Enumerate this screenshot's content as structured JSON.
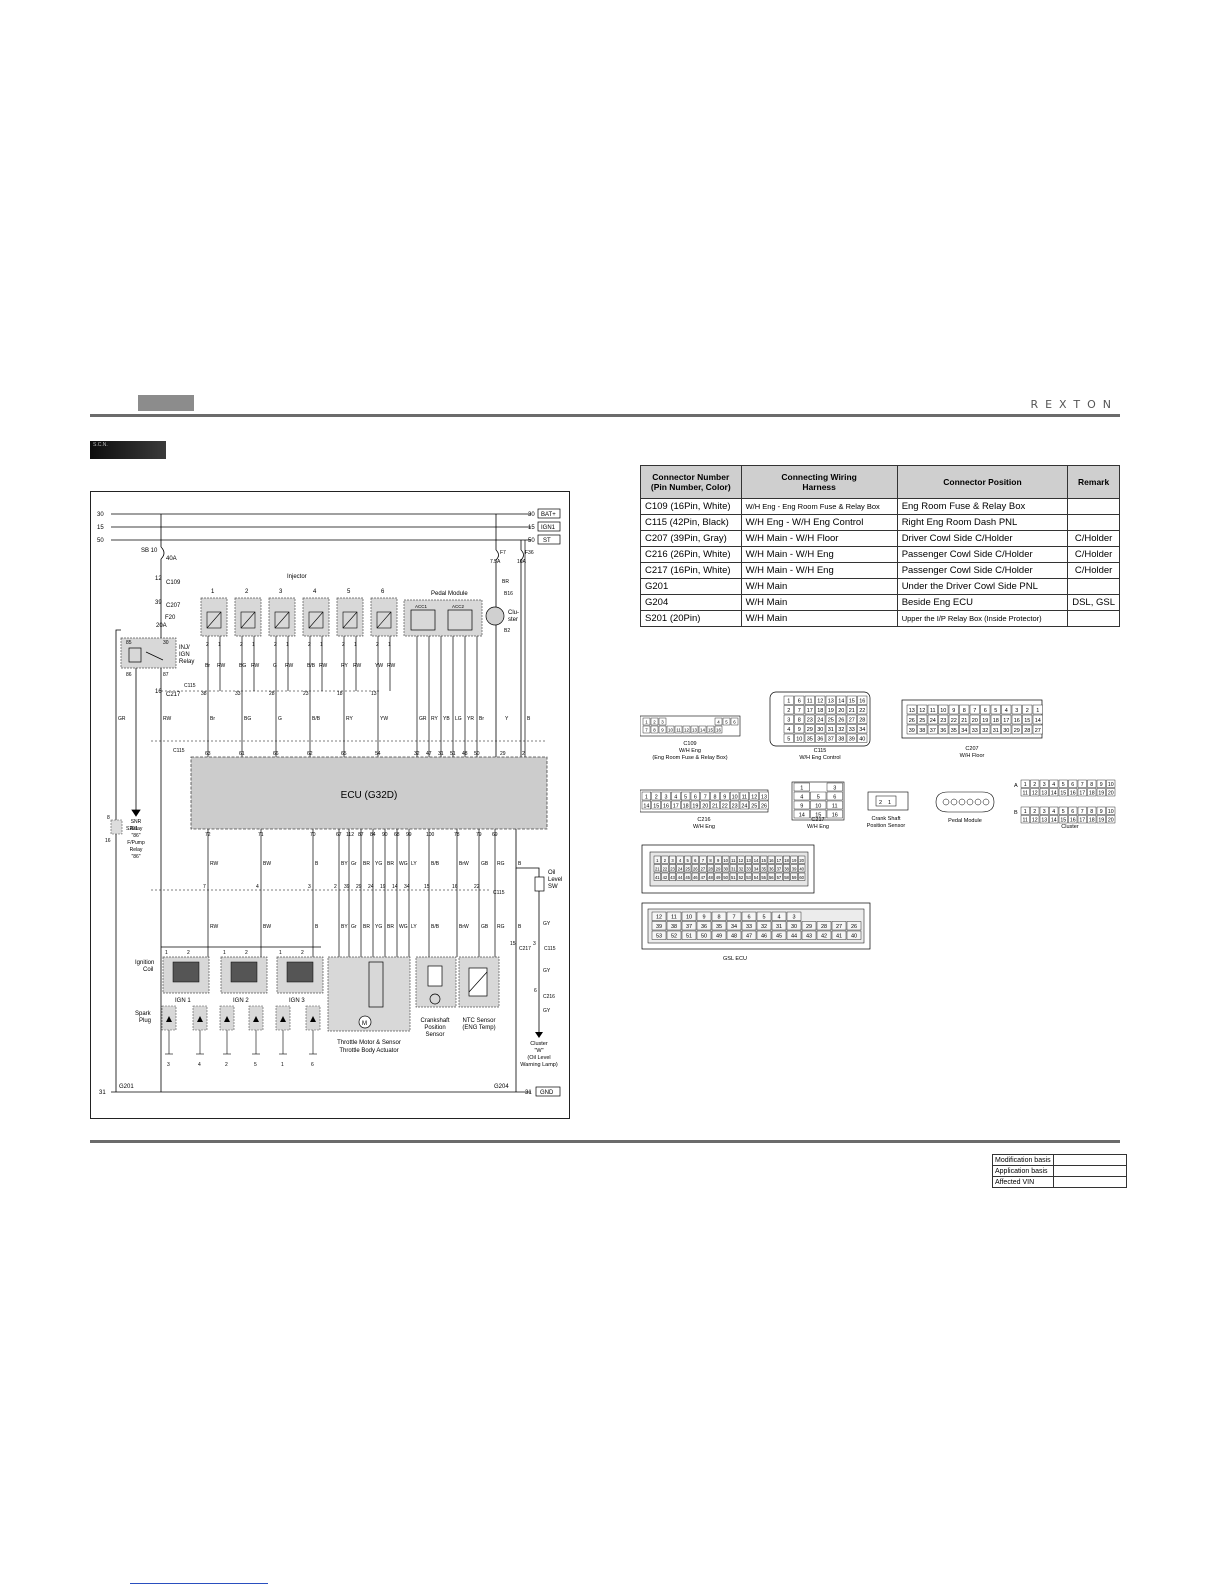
{
  "header": {
    "brand": "REXTON"
  },
  "section_tag": "S.C.N.",
  "connector_table": {
    "headers": [
      "Connector Number (Pin Number, Color)",
      "Connecting Wiring Harness",
      "Connector Position",
      "Remark"
    ],
    "header_lines": [
      [
        "Connector Number",
        "(Pin Number, Color)"
      ],
      [
        "Connecting Wiring",
        "Harness"
      ],
      [
        "Connector Position"
      ],
      [
        "Remark"
      ]
    ],
    "rows": [
      [
        "C109 (16Pin, White)",
        "W/H Eng - Eng Room Fuse & Relay Box",
        "Eng Room Fuse & Relay Box",
        ""
      ],
      [
        "C115 (42Pin, Black)",
        "W/H Eng - W/H Eng Control",
        "Right Eng Room Dash PNL",
        ""
      ],
      [
        "C207 (39Pin, Gray)",
        "W/H Main - W/H Floor",
        "Driver Cowl Side C/Holder",
        "C/Holder"
      ],
      [
        "C216 (26Pin, White)",
        "W/H Main - W/H Eng",
        "Passenger Cowl Side C/Holder",
        "C/Holder"
      ],
      [
        "C217 (16Pin, White)",
        "W/H Main - W/H Eng",
        "Passenger Cowl Side C/Holder",
        "C/Holder"
      ],
      [
        "G201",
        "W/H Main",
        "Under the Driver Cowl Side PNL",
        ""
      ],
      [
        "G204",
        "W/H Main",
        "Beside Eng ECU",
        "DSL, GSL"
      ],
      [
        "S201 (20Pin)",
        "W/H Main",
        "Upper the I/P Relay Box (Inside Protector)",
        ""
      ]
    ]
  },
  "diagram": {
    "rails": [
      {
        "num": "30",
        "label": "BAT+"
      },
      {
        "num": "15",
        "label": "IGN1"
      },
      {
        "num": "50",
        "label": "ST"
      }
    ],
    "ground_rail": {
      "num": "31",
      "label": "GND",
      "g1": "G201",
      "g2": "G204"
    },
    "fuses": {
      "sb": "SB 10",
      "sb_amp": "40A",
      "f20": "F20",
      "f20_amp": "20A",
      "f7": "F7",
      "f7_amp": "7.5A",
      "f36": "F36",
      "f36_amp": "10A"
    },
    "connectors": {
      "c109_pin": "12",
      "c109": "C109",
      "c207_pin": "39",
      "c207": "C207",
      "c217_pin": "16",
      "c217": "C217",
      "c115": "C115",
      "s201": "S201",
      "s201_pin": "16",
      "s201_pin2": "8"
    },
    "injector_title": "Injector",
    "injector_numbers": [
      "1",
      "2",
      "3",
      "4",
      "5",
      "6"
    ],
    "pedal_module": "Pedal Module",
    "acc": [
      "ACC1",
      "ACC2"
    ],
    "cluster": {
      "label1": "Clu-",
      "label2": "ster",
      "b16": "B16",
      "b2": "B2",
      "br": "BR"
    },
    "relay": {
      "l1": "INJ/",
      "l2": "IGN",
      "l3": "Relay",
      "p85": "85",
      "p86": "86",
      "p30": "30",
      "p87": "87"
    },
    "snr": [
      "SNR",
      "Relay",
      "\"86\"",
      "F/Pump",
      "Relay",
      "\"86\""
    ],
    "ecu": "ECU (G32D)",
    "top_wire_colors": [
      "Br",
      "RW",
      "BG",
      "RW",
      "G",
      "RW",
      "B/B",
      "RW",
      "RY",
      "RW",
      "YW",
      "RW"
    ],
    "c115_top_pins": [
      "38",
      "33",
      "28",
      "23",
      "18",
      "13"
    ],
    "wire_mid": [
      "RW",
      "Br",
      "BG",
      "G",
      "B/B",
      "RY",
      "YW",
      "GR",
      "RY",
      "YB",
      "LG",
      "YR",
      "Br",
      "Y",
      "B",
      "GR"
    ],
    "ecu_top_pins": [
      "63",
      "61",
      "66",
      "62",
      "65",
      "54",
      "32",
      "47",
      "31",
      "51",
      "48",
      "50",
      "29",
      "2"
    ],
    "ecu_bottom_pins": [
      "72",
      "71",
      "70",
      "67",
      "112",
      "87",
      "84",
      "90",
      "68",
      "99",
      "100",
      "78",
      "79",
      "69"
    ],
    "bottom_wire_colors": [
      "RW",
      "BW",
      "B",
      "BY",
      "Gr",
      "BR",
      "YG",
      "BR",
      "WG",
      "LY",
      "B/B",
      "BrW",
      "GB",
      "RG",
      "B"
    ],
    "c115_bottom_pins": [
      "7",
      "4",
      "3",
      "2",
      "39",
      "29",
      "24",
      "19",
      "14",
      "34",
      "15",
      "16",
      "22"
    ],
    "ignition": {
      "label1": "Ignition",
      "label2": "Coil",
      "coils": [
        "IGN 1",
        "IGN 2",
        "IGN 3"
      ]
    },
    "spark": {
      "label1": "Spark",
      "label2": "Plug",
      "numbers": [
        "3",
        "4",
        "2",
        "5",
        "1",
        "6"
      ]
    },
    "throttle": [
      "Throttle Motor & Sensor",
      "Throttle Body Actuator"
    ],
    "crank": [
      "Crankshaft",
      "Position",
      "Sensor"
    ],
    "ntc": [
      "NTC Sensor",
      "(ENG Temp)"
    ],
    "oil": [
      "Oil",
      "Level",
      "SW"
    ],
    "cluster_w": [
      "Cluster",
      "\"W\"",
      "(Oil Level",
      "Warning Lamp)"
    ],
    "misc": {
      "c217b": "C217",
      "c115b": "C115",
      "c216": "C216",
      "gy": "GY",
      "p15": "15",
      "p3": "3",
      "p6": "6"
    }
  },
  "pinouts": [
    {
      "name": "C109",
      "sub": "W/H Eng",
      "sub2": "(Eng Room Fuse & Relay Box)"
    },
    {
      "name": "C115",
      "sub": "W/H Eng Control"
    },
    {
      "name": "C207",
      "sub": "W/H Floor"
    },
    {
      "name": "C216",
      "sub": "W/H Eng"
    },
    {
      "name": "C217",
      "sub": "W/H Eng"
    },
    {
      "name": "Crank Shaft",
      "sub": "Position Sensor"
    },
    {
      "name": "Pedal Module",
      "sub": ""
    },
    {
      "name": "Cluster",
      "sub": ""
    },
    {
      "name": "GSL ECU",
      "sub": ""
    }
  ],
  "revision": [
    {
      "label": "Modification basis",
      "value": ""
    },
    {
      "label": "Application basis",
      "value": ""
    },
    {
      "label": "Affected VIN",
      "value": ""
    }
  ]
}
